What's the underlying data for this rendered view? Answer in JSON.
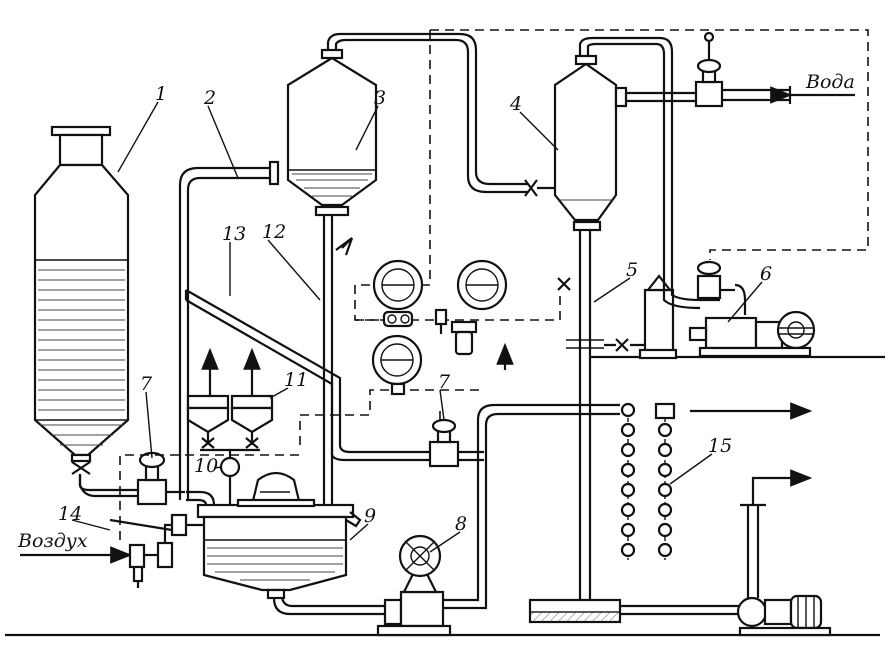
{
  "labels": {
    "n1": "1",
    "n2": "2",
    "n3": "3",
    "n4": "4",
    "n5": "5",
    "n6": "6",
    "n7a": "7",
    "n7b": "7",
    "n8": "8",
    "n9": "9",
    "n10": "10",
    "n11": "11",
    "n12": "12",
    "n13": "13",
    "n14": "14",
    "n15": "15"
  },
  "streams": {
    "water": "Вода",
    "air": "Воздух"
  }
}
